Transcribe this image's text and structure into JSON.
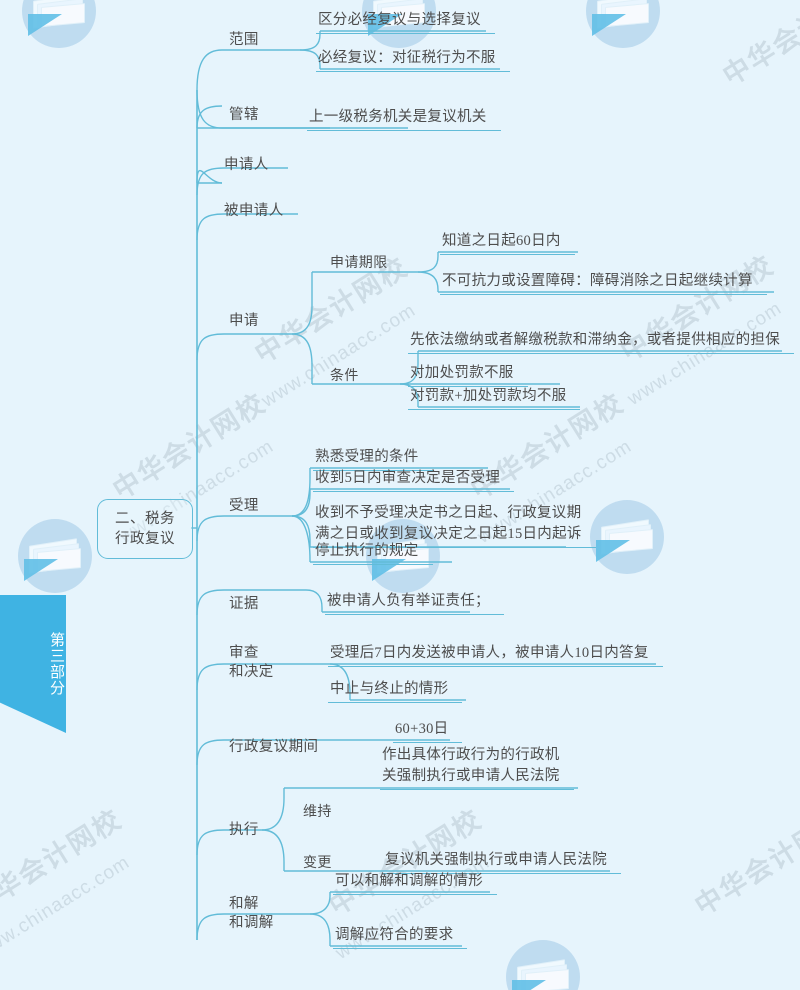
{
  "page": {
    "background_color": "#e6f4fc",
    "line_color": "#62bcd8",
    "text_color": "#4d4d4d",
    "accent_color": "#3fb3e3"
  },
  "ribbon": {
    "label": "第三部分"
  },
  "watermark": {
    "brand": "中华会计网校",
    "url": "www.chinaacc.com",
    "logo_icon": "open-book-icon"
  },
  "mindmap": {
    "root": "二、税务\n行政复议",
    "branches": [
      {
        "label": "范围",
        "children": [
          {
            "label": "区分必经复议与选择复议"
          },
          {
            "label": "必经复议：对征税行为不服"
          }
        ]
      },
      {
        "label": "管辖",
        "children": [
          {
            "label": "上一级税务机关是复议机关"
          }
        ]
      },
      {
        "label": "申请人",
        "children": []
      },
      {
        "label": "被申请人",
        "children": []
      },
      {
        "label": "申请",
        "children": [
          {
            "label": "申请期限",
            "children": [
              {
                "label": "知道之日起60日内"
              },
              {
                "label": "不可抗力或设置障碍：障碍消除之日起继续计算"
              }
            ]
          },
          {
            "label": "条件",
            "children": [
              {
                "label": "先依法缴纳或者解缴税款和滞纳金，或者提供相应的担保"
              },
              {
                "label": "对加处罚款不服"
              },
              {
                "label": "对罚款+加处罚款均不服"
              }
            ]
          }
        ]
      },
      {
        "label": "受理",
        "children": [
          {
            "label": "熟悉受理的条件"
          },
          {
            "label": "收到5日内审查决定是否受理"
          },
          {
            "label": "收到不予受理决定书之日起、行政复议期\n满之日或收到复议决定之日起15日内起诉"
          },
          {
            "label": "停止执行的规定"
          }
        ]
      },
      {
        "label": "证据",
        "children": [
          {
            "label": "被申请人负有举证责任；"
          }
        ]
      },
      {
        "label": "审查\n和决定",
        "children": [
          {
            "label": "受理后7日内发送被申请人，被申请人10日内答复"
          },
          {
            "label": "中止与终止的情形"
          }
        ]
      },
      {
        "label": "行政复议期间",
        "children": [
          {
            "label": "60+30日"
          }
        ]
      },
      {
        "label": "执行",
        "children": [
          {
            "label": "维持",
            "children": [
              {
                "label": "作出具体行政行为的行政机\n关强制执行或申请人民法院"
              }
            ]
          },
          {
            "label": "变更",
            "children": [
              {
                "label": "复议机关强制执行或申请人民法院"
              }
            ]
          }
        ]
      },
      {
        "label": "和解\n和调解",
        "children": [
          {
            "label": "可以和解和调解的情形"
          },
          {
            "label": "调解应符合的要求"
          }
        ]
      }
    ]
  }
}
